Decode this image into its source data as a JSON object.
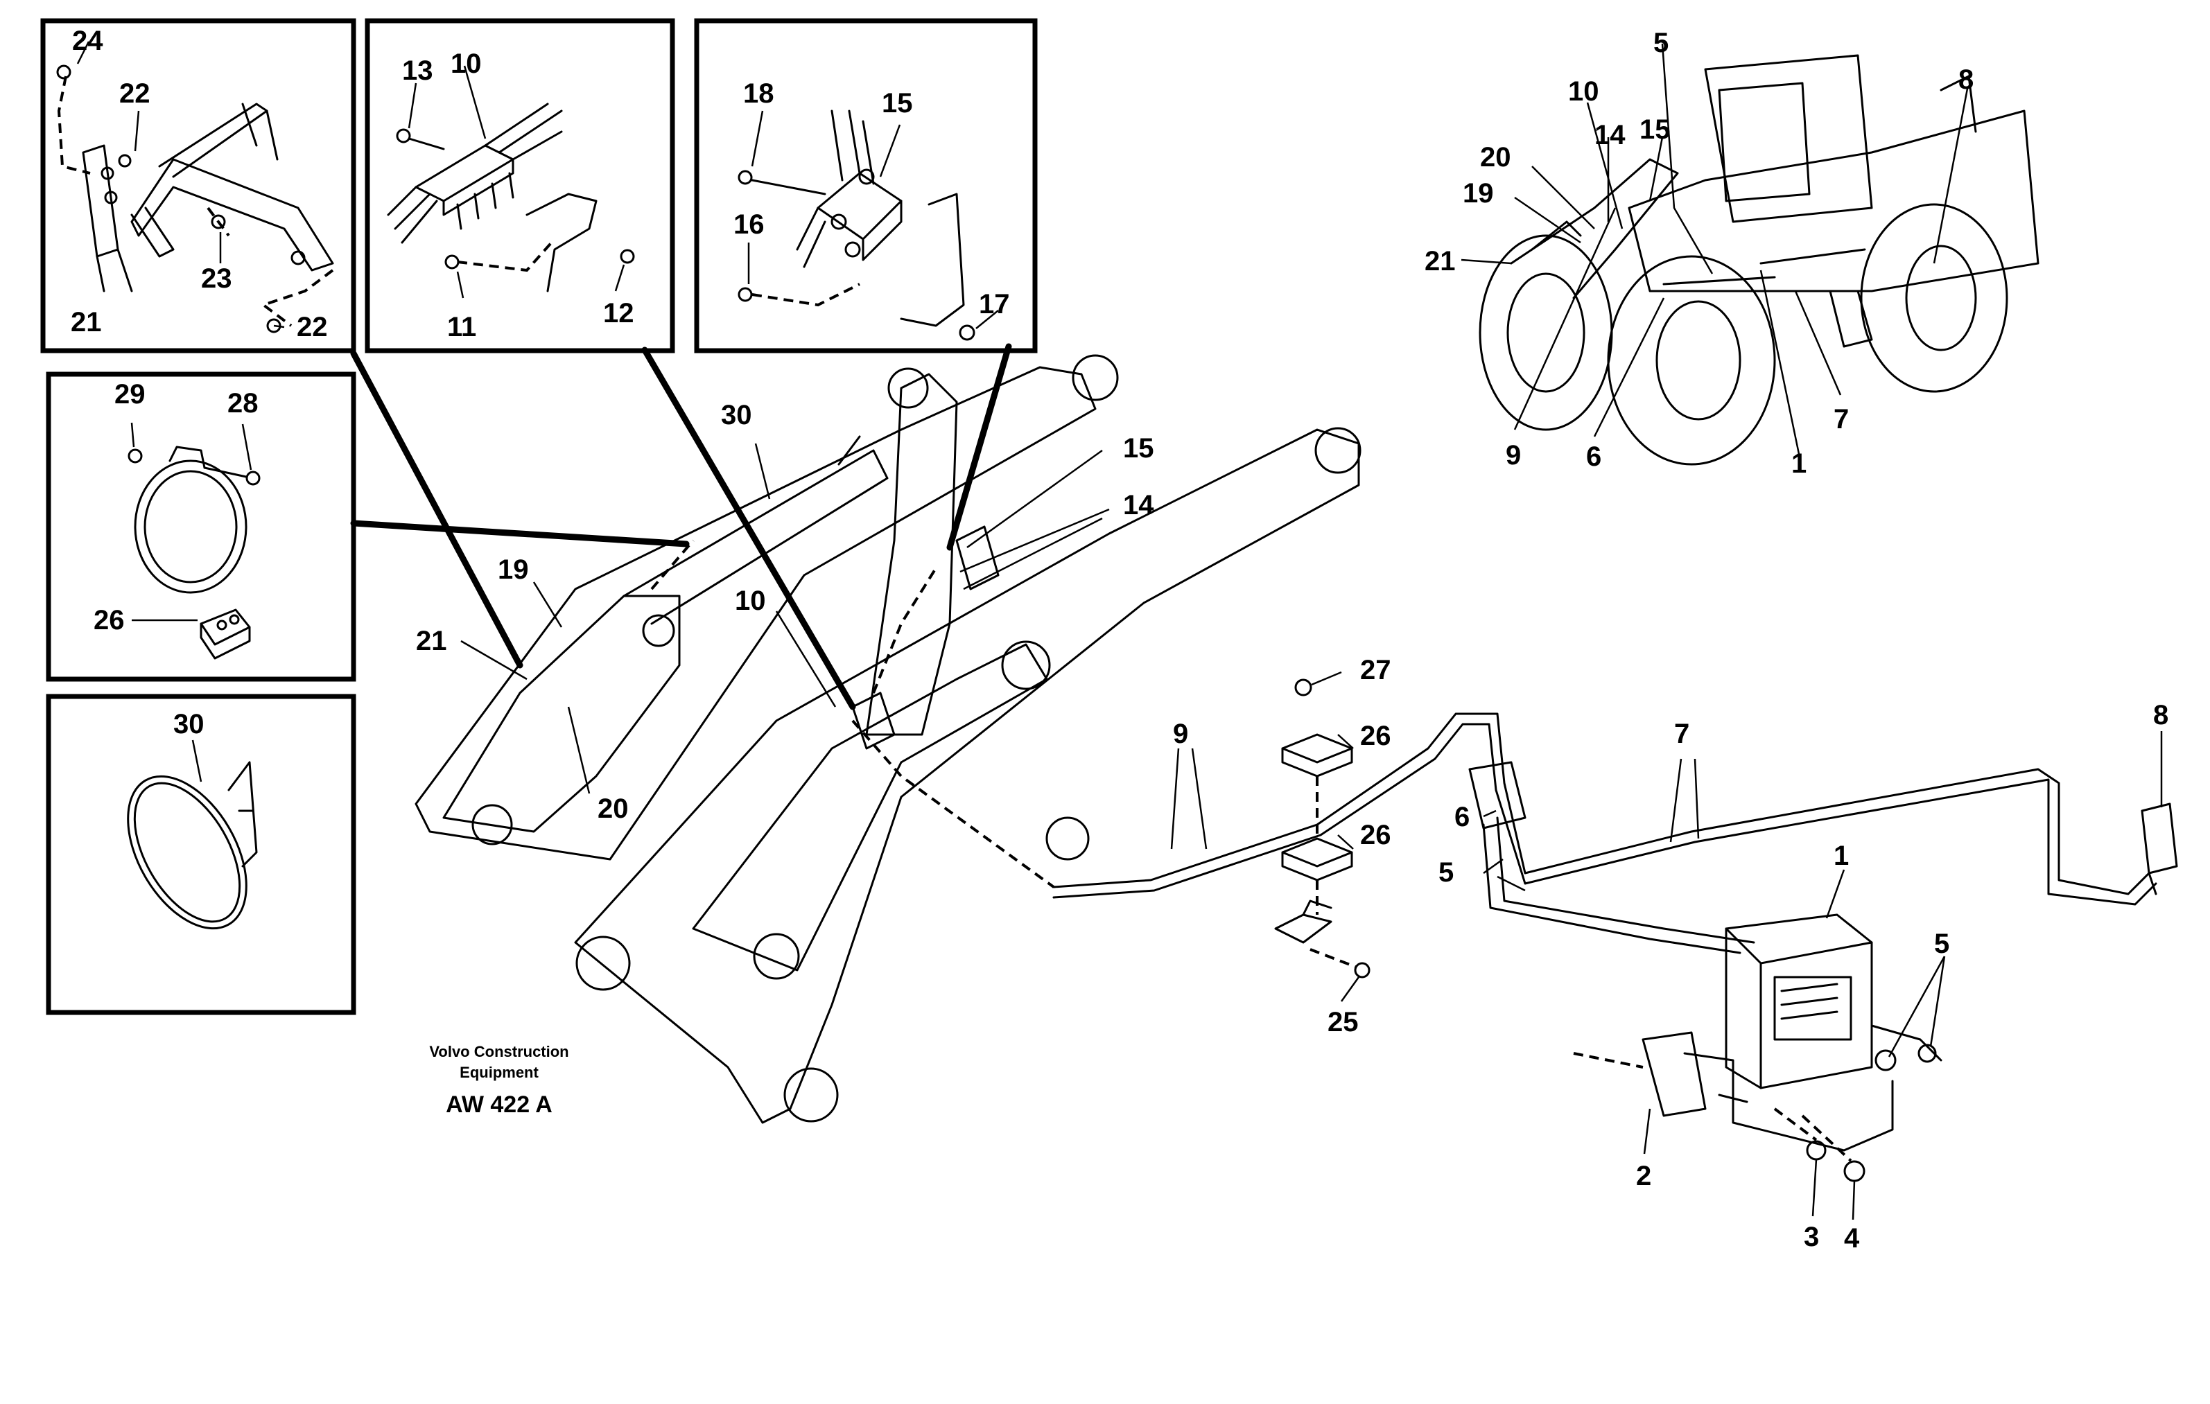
{
  "figure": {
    "manufacturer_line1": "Volvo Construction",
    "manufacturer_line2": "Equipment",
    "code": "AW 422 A"
  },
  "callouts": {
    "c1": "1",
    "c2": "2",
    "c3": "3",
    "c4": "4",
    "c5": "5",
    "c6": "6",
    "c7": "7",
    "c8": "8",
    "c9": "9",
    "c10": "10",
    "c11": "11",
    "c12": "12",
    "c13": "13",
    "c14": "14",
    "c15": "15",
    "c16": "16",
    "c17": "17",
    "c18": "18",
    "c19": "19",
    "c20": "20",
    "c21": "21",
    "c22": "22",
    "c23": "23",
    "c24": "24",
    "c25": "25",
    "c26": "26",
    "c27": "27",
    "c28": "28",
    "c29": "29",
    "c30": "30"
  }
}
